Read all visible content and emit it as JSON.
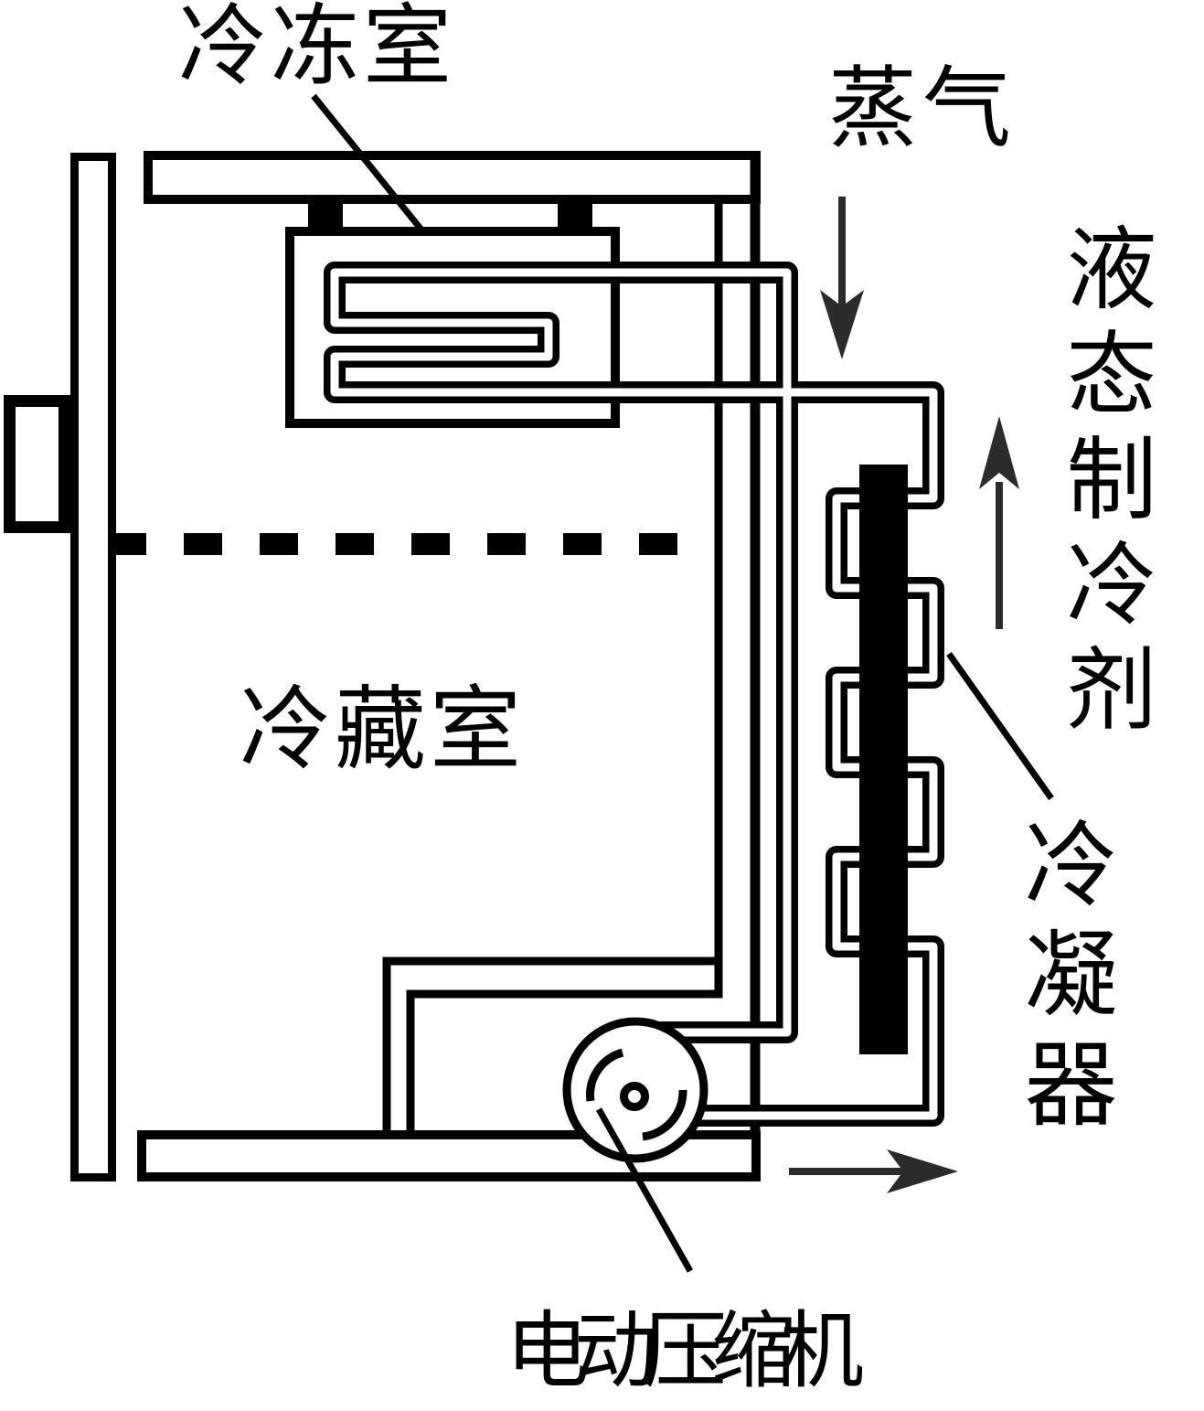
{
  "diagram": {
    "title_semantics": "refrigerator refrigeration cycle schematic",
    "background_color": "#ffffff",
    "line_color": "#000000",
    "labels": {
      "freezer": "冷冻室",
      "vapor": "蒸气",
      "liquid_refrigerant": "液态制冷剂",
      "fridge": "冷藏室",
      "condenser": "冷凝器",
      "compressor": "电动压缩机"
    },
    "arrows": [
      {
        "name": "vapor-flow",
        "direction": "down",
        "beside": "蒸气"
      },
      {
        "name": "liquid-refrigerant-flow",
        "direction": "up",
        "beside": "液态制冷剂"
      },
      {
        "name": "compressor-discharge-flow",
        "direction": "right",
        "beside": "电动压缩机"
      }
    ],
    "parts": [
      "door-with-handle",
      "cabinet-lid",
      "cabinet-right-wall",
      "cabinet-bottom",
      "compressor-niche",
      "freezer-box",
      "evaporator-coil",
      "divider-dashed-line",
      "refrigerant-pipes",
      "condenser-plate",
      "condenser-coil",
      "compressor"
    ]
  }
}
